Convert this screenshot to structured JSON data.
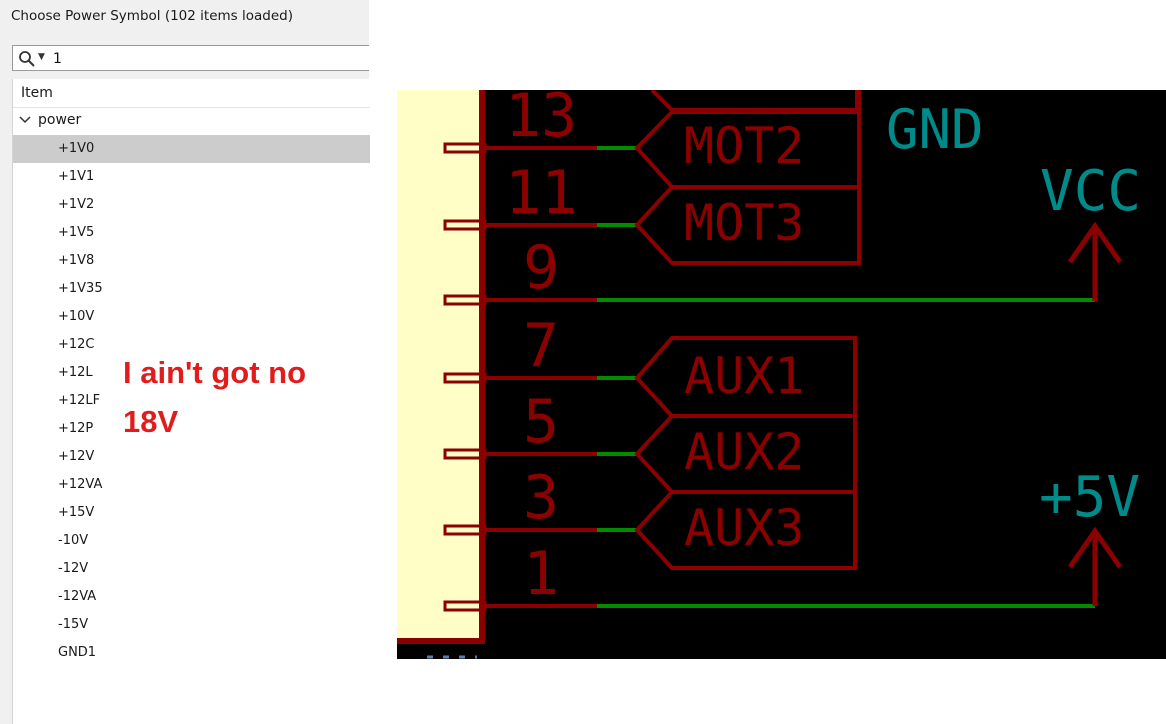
{
  "dialog": {
    "title": "Choose Power Symbol (102 items loaded)",
    "search": {
      "value": "1"
    },
    "column_header": "Item",
    "group": "power",
    "items": [
      "+1V0",
      "+1V1",
      "+1V2",
      "+1V5",
      "+1V8",
      "+1V35",
      "+10V",
      "+12C",
      "+12L",
      "+12LF",
      "+12P",
      "+12V",
      "+12VA",
      "+15V",
      "-10V",
      "-12V",
      "-12VA",
      "-15V",
      "GND1"
    ],
    "selected_index": 0
  },
  "annotation": {
    "line1": "I ain't got no",
    "line2": "18V"
  },
  "schematic": {
    "pins": [
      "13",
      "11",
      "9",
      "7",
      "5",
      "3",
      "1"
    ],
    "labels": [
      "MOT2",
      "MOT3",
      "AUX1",
      "AUX2",
      "AUX3"
    ],
    "nets": {
      "gnd": "GND",
      "vcc": "VCC",
      "plus5v": "+5V"
    },
    "colors": {
      "background": "#000000",
      "body": "#fefec6",
      "pin": "#8b0000",
      "wire": "#008b00",
      "net": "#008b8b"
    }
  },
  "icons": {
    "search": "search-icon",
    "dropdown": "chevron-down-icon",
    "expand": "chevron-down-icon"
  }
}
